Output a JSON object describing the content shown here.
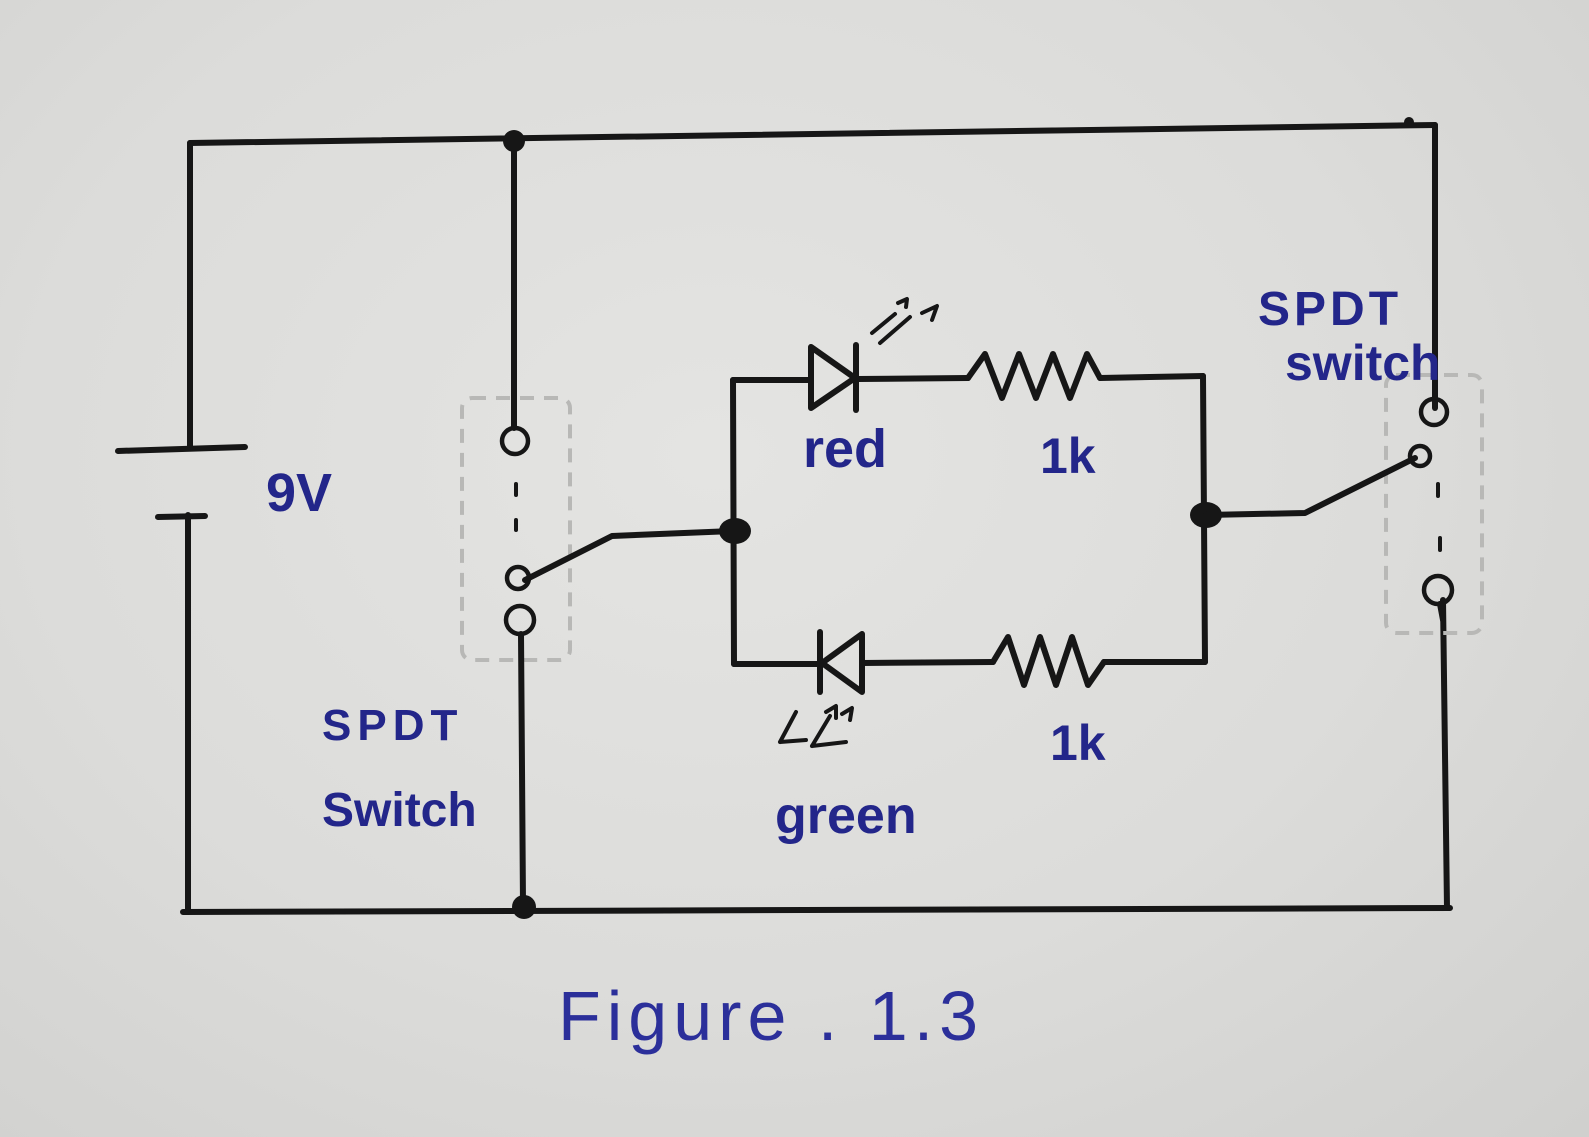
{
  "battery": {
    "label": "9V"
  },
  "switch_left": {
    "label_line1": "SPDT",
    "label_line2": "Switch"
  },
  "switch_right": {
    "label_line1": "SPDT",
    "label_line2": "switch"
  },
  "led_top": {
    "label": "red"
  },
  "led_bottom": {
    "label": "green"
  },
  "resistor_top": {
    "label": "1k"
  },
  "resistor_bottom": {
    "label": "1k"
  },
  "caption": {
    "text": "Figure . 1.3"
  },
  "colors": {
    "ink_blue": "#23268a",
    "wire": "#161616",
    "paper": "#dcdcda"
  }
}
